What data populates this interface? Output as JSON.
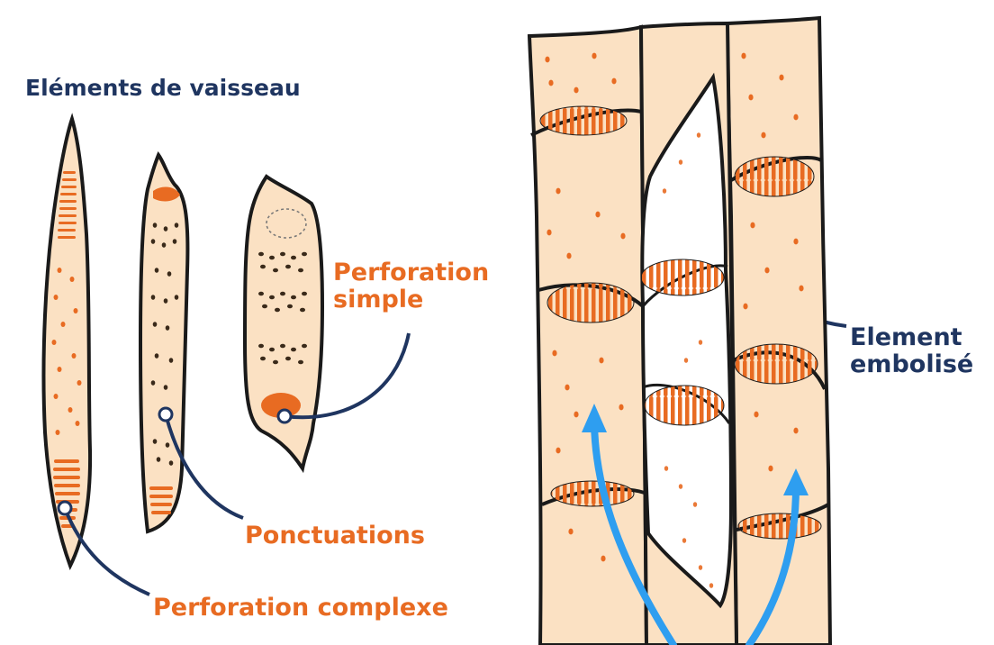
{
  "labels": {
    "title": "Eléments de vaisseau",
    "perforation_simple_line1": "Perforation",
    "perforation_simple_line2": "simple",
    "ponctuations": "Ponctuations",
    "perforation_complexe": "Perforation complexe",
    "element_embolise_line1": "Element",
    "element_embolise_line2": "embolisé"
  },
  "colors": {
    "navy": "#1f3560",
    "orange": "#e86b22",
    "cell_fill": "#fbe1c3",
    "arrow_blue": "#2e9ef0",
    "outline": "#1a1a1a"
  }
}
